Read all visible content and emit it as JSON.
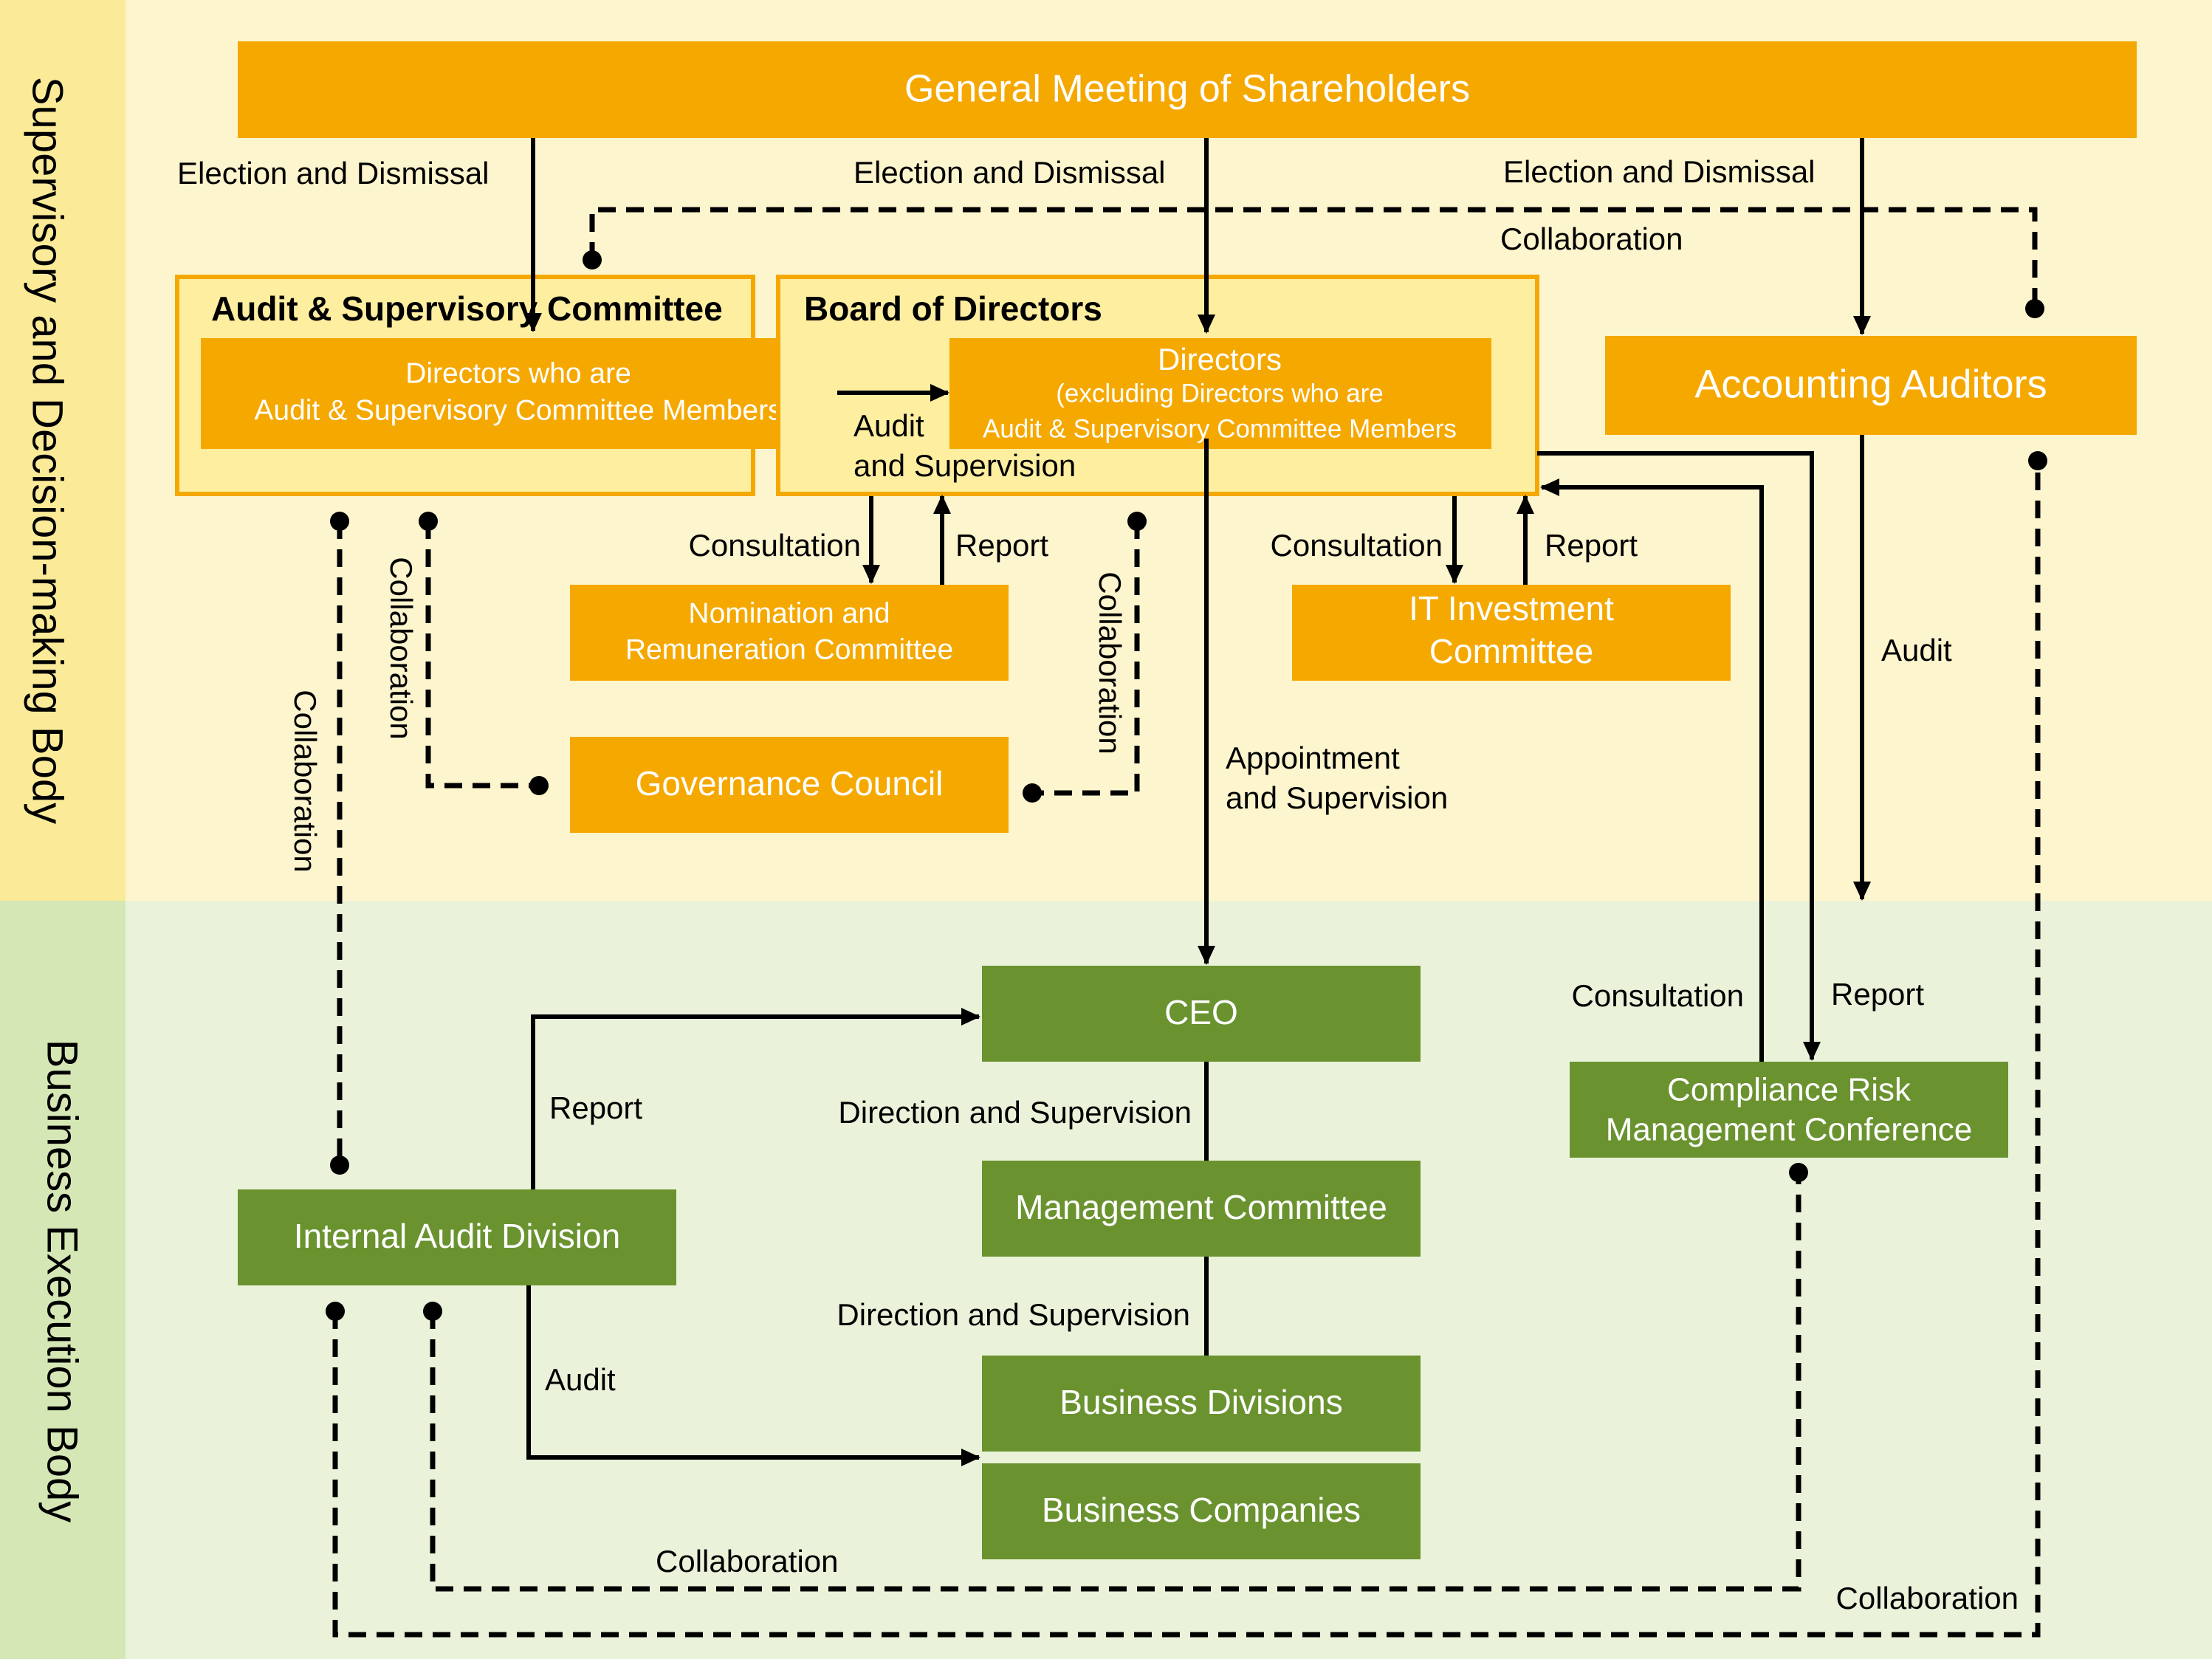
{
  "colors": {
    "supervisory_band": "#fdf5cd",
    "supervisory_side": "#fbeb98",
    "execution_band": "#eaf3da",
    "execution_side": "#d5e7b5",
    "orange": "#f5a800",
    "committee_fill": "#feeea0",
    "green": "#6a9330",
    "line": "#000000",
    "white_text": "#ffffff"
  },
  "sections": {
    "supervisory": "Supervisory and Decision-making Body",
    "execution": "Business Execution Body"
  },
  "boxes": {
    "shareholders": "General Meeting of Shareholders",
    "asc_title": "Audit & Supervisory Committee",
    "asc_line1": "Directors who are",
    "asc_line2": "Audit & Supervisory Committee Members",
    "bod_title": "Board of Directors",
    "dir_line1": "Directors",
    "dir_line2": "(excluding Directors who are",
    "dir_line3": "Audit & Supervisory Committee Members",
    "auditors": "Accounting Auditors",
    "nom_line1": "Nomination and",
    "nom_line2": "Remuneration Committee",
    "it_line1": "IT Investment",
    "it_line2": "Committee",
    "gov": "Governance Council",
    "ceo": "CEO",
    "mgmt": "Management Committee",
    "bizdiv": "Business Divisions",
    "bizco": "Business Companies",
    "iad": "Internal Audit Division",
    "crm_line1": "Compliance Risk",
    "crm_line2": "Management Conference"
  },
  "labels": {
    "elect1": "Election and Dismissal",
    "elect2": "Election and Dismissal",
    "elect3": "Election and Dismissal",
    "collab_top": "Collaboration",
    "audit_sup1": "Audit",
    "audit_sup2": "and Supervision",
    "consult_nom": "Consultation",
    "report_nom": "Report",
    "consult_it": "Consultation",
    "report_it": "Report",
    "collab_left_v1": "Collaboration",
    "collab_left_v2": "Collaboration",
    "collab_gov": "Collaboration",
    "audit_right": "Audit",
    "appoint1": "Appointment",
    "appoint2": "and Supervision",
    "consult_crm": "Consultation",
    "report_crm": "Report",
    "report_iad": "Report",
    "dir_sup1": "Direction and Supervision",
    "dir_sup2": "Direction and Supervision",
    "audit_iad": "Audit",
    "collab_bottom1": "Collaboration",
    "collab_bottom2": "Collaboration"
  }
}
